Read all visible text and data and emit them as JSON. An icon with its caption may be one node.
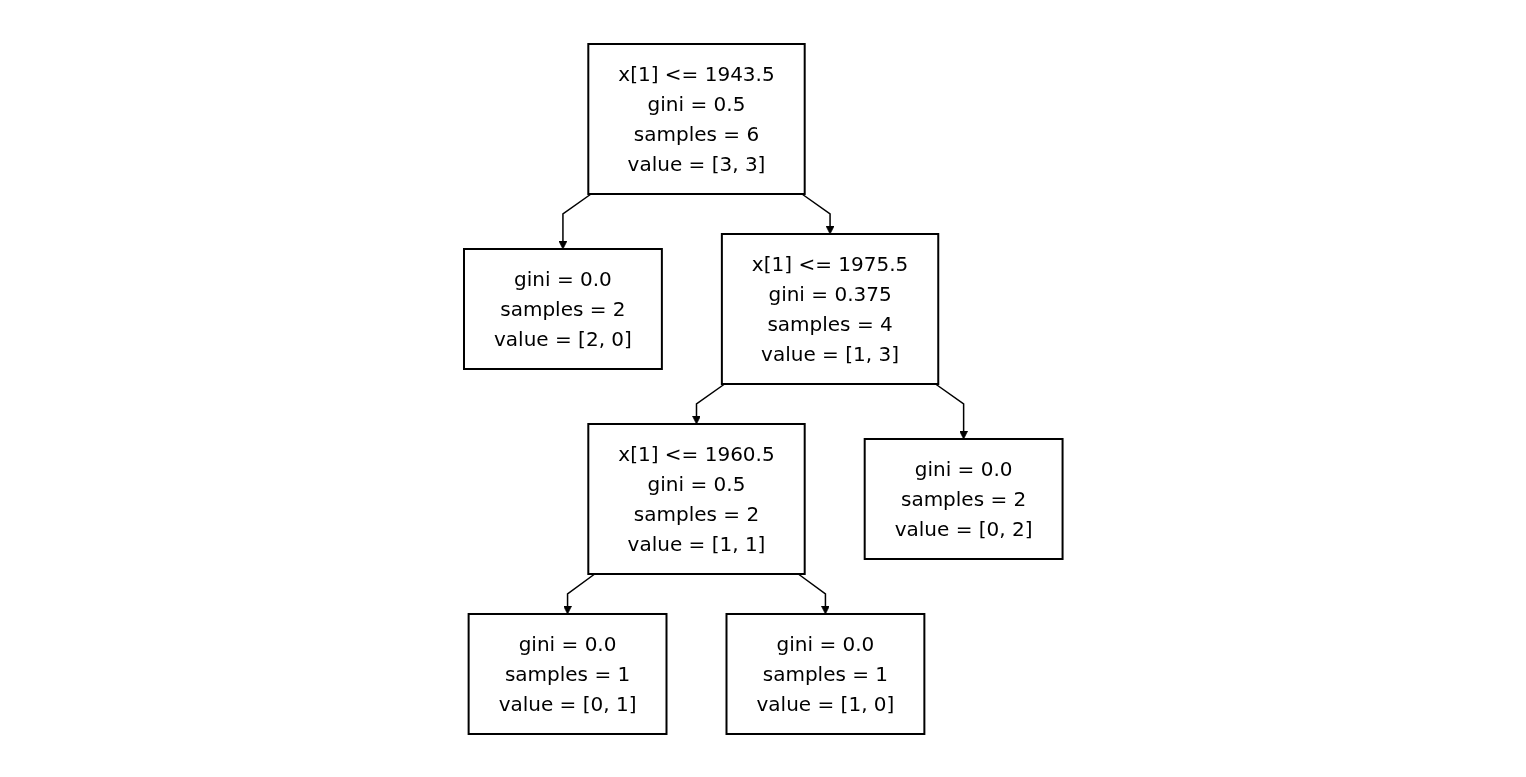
{
  "diagram": {
    "nodes": [
      {
        "text": [
          "x[1] <= 1943.5",
          "gini = 0.5",
          "samples = 6",
          "value = [3, 3]"
        ]
      },
      {
        "text": [
          "gini = 0.0",
          "samples = 2",
          "value = [2, 0]"
        ]
      },
      {
        "text": [
          "x[1] <= 1975.5",
          "gini = 0.375",
          "samples = 4",
          "value = [1, 3]"
        ]
      },
      {
        "text": [
          "x[1] <= 1960.5",
          "gini = 0.5",
          "samples = 2",
          "value = [1, 1]"
        ]
      },
      {
        "text": [
          "gini = 0.0",
          "samples = 2",
          "value = [0, 2]"
        ]
      },
      {
        "text": [
          "gini = 0.0",
          "samples = 1",
          "value = [0, 1]"
        ]
      },
      {
        "text": [
          "gini = 0.0",
          "samples = 1",
          "value = [1, 0]"
        ]
      }
    ],
    "edges": [
      {
        "from": 0,
        "to": 1,
        "arrow": "to"
      },
      {
        "from": 0,
        "to": 2,
        "arrow": "to"
      },
      {
        "from": 2,
        "to": 3,
        "arrow": "to"
      },
      {
        "from": 2,
        "to": 4,
        "arrow": "to"
      },
      {
        "from": 3,
        "to": 5,
        "arrow": "to"
      },
      {
        "from": 3,
        "to": 6,
        "arrow": "to"
      }
    ]
  }
}
